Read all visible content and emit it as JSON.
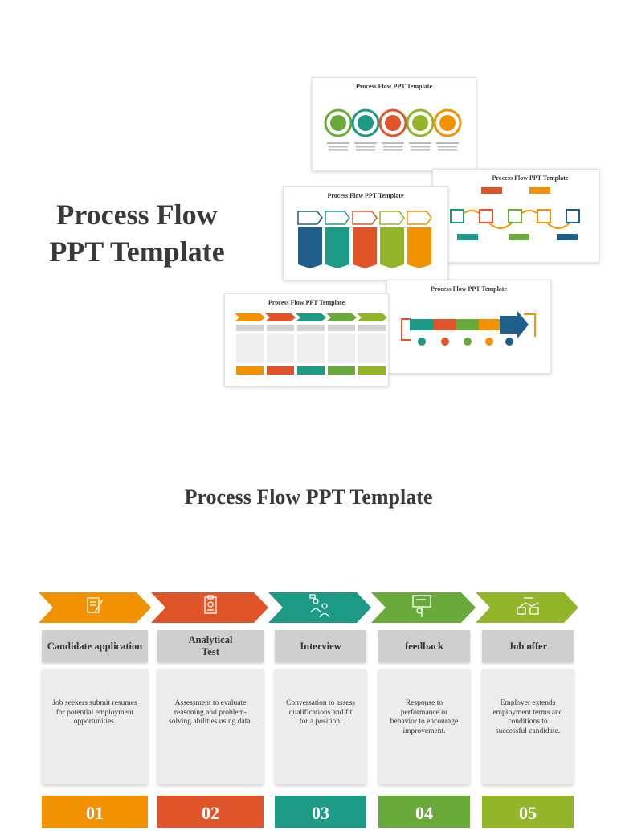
{
  "cover": {
    "title_line1": "Process Flow",
    "title_line2": "PPT Template"
  },
  "thumbnails": [
    {
      "title": "Process Flow PPT Template"
    },
    {
      "title": "Process Flow PPT Template"
    },
    {
      "title": "Process Flow PPT Template"
    },
    {
      "title": "Process Flow PPT Template"
    },
    {
      "title": "Process Flow PPT Template"
    }
  ],
  "slide": {
    "title": "Process Flow PPT Template",
    "steps": [
      {
        "heading": "Candidate application",
        "description": "Job seekers submit resumes for potential employment opportunities.",
        "number": "01",
        "color": "#f39200",
        "icon": "document-pen-icon"
      },
      {
        "heading": "Analytical Test",
        "description": "Assessment to evaluate reasoning and problem-solving abilities using data.",
        "number": "02",
        "color": "#e05429",
        "icon": "clipboard-icon"
      },
      {
        "heading": "Interview",
        "description": "Conversation to assess qualifications and fit for a position.",
        "number": "03",
        "color": "#1d9a85",
        "icon": "people-talking-icon"
      },
      {
        "heading": "feedback",
        "description": "Response to performance or behavior to encourage improvement.",
        "number": "04",
        "color": "#6aaa3a",
        "icon": "presentation-board-icon"
      },
      {
        "heading": "Job offer",
        "description": "Employer extends employment terms and conditions to successful candidate.",
        "number": "05",
        "color": "#93b529",
        "icon": "handshake-icon"
      }
    ]
  }
}
